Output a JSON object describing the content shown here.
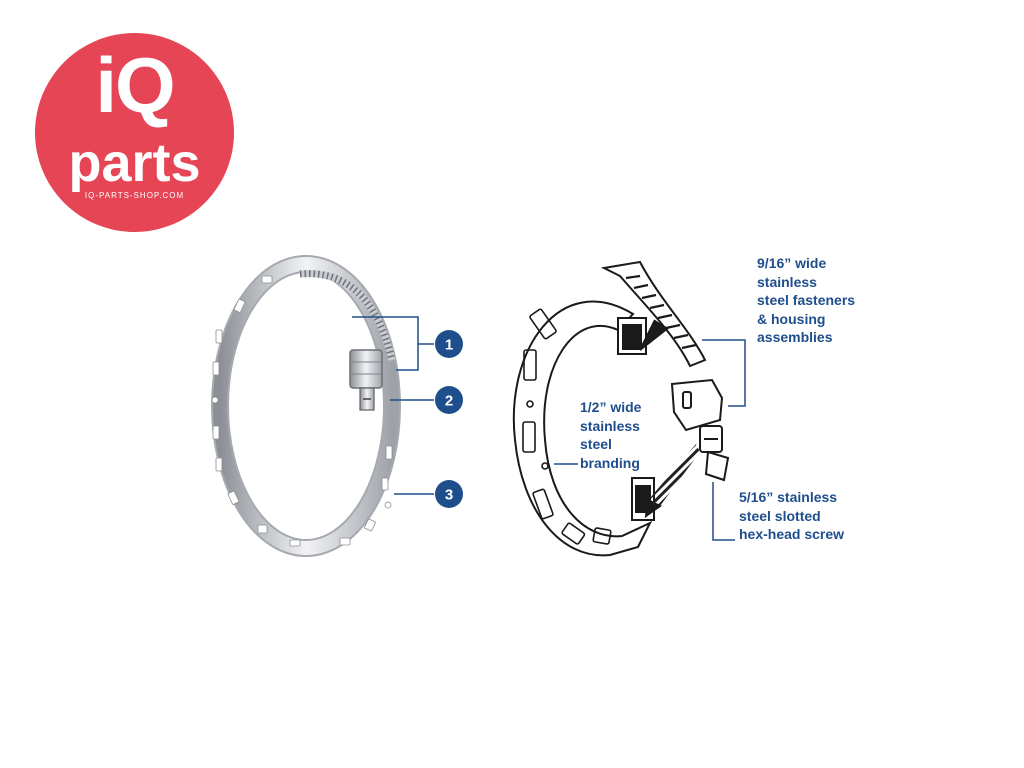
{
  "logo": {
    "line1": "iQ",
    "line2": "parts",
    "url": "IQ-PARTS-SHOP.COM",
    "color": "#e64555"
  },
  "markers": [
    "1",
    "2",
    "3"
  ],
  "callouts": {
    "fasteners": "9/16” wide\nstainless\nsteel fasteners\n& housing\nassemblies",
    "band": "1/2” wide\nstainless\nsteel\nbranding",
    "screw": "5/16” stainless\nsteel slotted\nhex-head screw"
  },
  "colors": {
    "marker_fill": "#1f4e8c",
    "leader": "#1f4e8c",
    "text": "#1f4e8c"
  }
}
